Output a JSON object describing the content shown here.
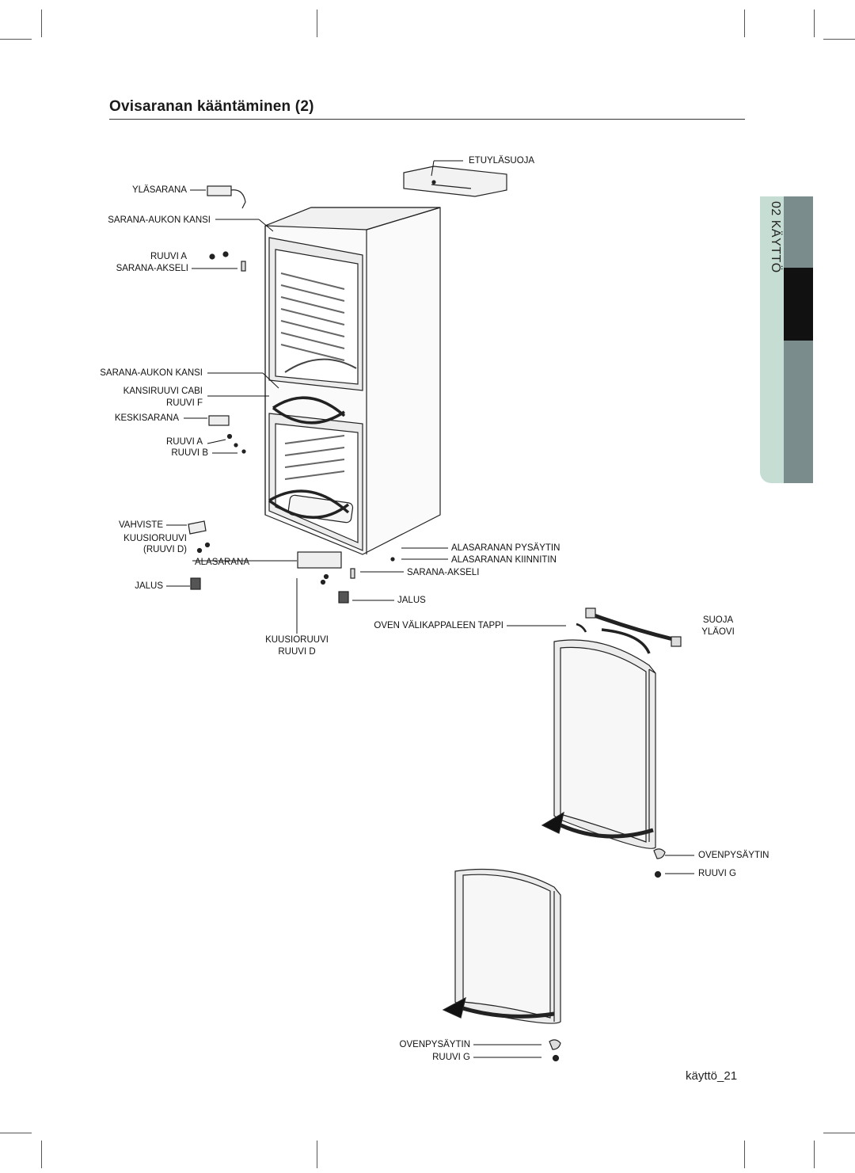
{
  "page_title": "Ovisaranan kääntäminen (2)",
  "side_tab": {
    "label": "02 KÄYTTÖ"
  },
  "page_number": "käyttö_21",
  "labels": {
    "etuylasuoja": "ETUYLÄSUOJA",
    "ylasarana": "YLÄSARANA",
    "sarana_aukon_kansi_top": "SARANA-AUKON KANSI",
    "ruuvi_a_top": "RUUVI A",
    "sarana_akseli_top": "SARANA-AKSELI",
    "sarana_aukon_kansi_mid": "SARANA-AUKON KANSI",
    "kansiruuvi_cabi": "KANSIRUUVI CABI",
    "ruuvi_f": "RUUVI F",
    "keskisarana": "KESKISARANA",
    "ruuvi_a_mid": "RUUVI A",
    "ruuvi_b": "RUUVI B",
    "vahviste": "VAHVISTE",
    "kuusioruuvi_left": "KUUSIORUUVI",
    "ruuvi_d_paren": "(RUUVI D)",
    "alasarana": "ALASARANA",
    "jalus_left": "JALUS",
    "alasaranan_pysaytin": "ALASARANAN PYSÄYTIN",
    "alasaranan_kiinnitin": "ALASARANAN KIINNITIN",
    "sarana_akseli_bottom": "SARANA-AKSELI",
    "jalus_right": "JALUS",
    "oven_valikappaleen_tappi": "OVEN VÄLIKAPPALEEN TAPPI",
    "suoja": "SUOJA",
    "ylaovi": "YLÄOVI",
    "kuusioruuvi_bottom": "KUUSIORUUVI",
    "ruuvi_d_bottom": "RUUVI D",
    "ovenpysaytin_right": "OVENPYSÄYTIN",
    "ruuvi_g_right": "RUUVI G",
    "ovenpysaytin_bottom": "OVENPYSÄYTIN",
    "ruuvi_g_bottom": "RUUVI G"
  }
}
